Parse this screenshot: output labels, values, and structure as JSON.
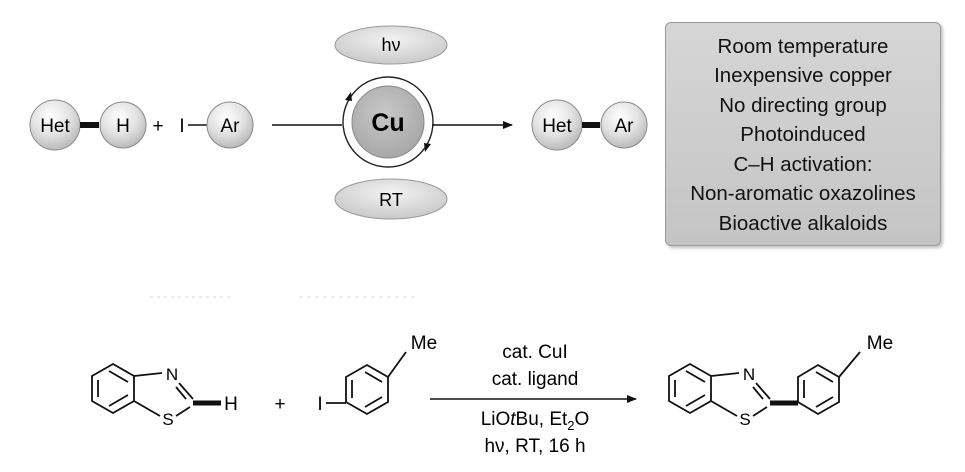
{
  "top_scheme": {
    "het": "Het",
    "h": "H",
    "plus": "+",
    "iodine": "I",
    "ar": "Ar",
    "catalyst": "Cu",
    "light": "hν",
    "temperature": "RT",
    "product_het": "Het",
    "product_ar": "Ar"
  },
  "features": [
    "Room temperature",
    "Inexpensive copper",
    "No directing group",
    "Photoinduced",
    "C–H activation:",
    "Non-aromatic oxazolines",
    "Bioactive alkaloids"
  ],
  "bottom_scheme": {
    "reactant_atom_n": "N",
    "reactant_atom_s": "S",
    "reactant_h": "H",
    "plus": "+",
    "iodide_i": "I",
    "iodide_me": "Me",
    "condition_1": "cat. CuI",
    "condition_2": "cat. ligand",
    "condition_3_base_prefix": "LiO",
    "condition_3_base_italic": "t",
    "condition_3_base_suffix": "Bu, Et",
    "condition_3_sub": "2",
    "condition_3_end": "O",
    "condition_4": "hν, RT, 16 h",
    "product_atom_n": "N",
    "product_atom_s": "S",
    "product_me": "Me"
  }
}
